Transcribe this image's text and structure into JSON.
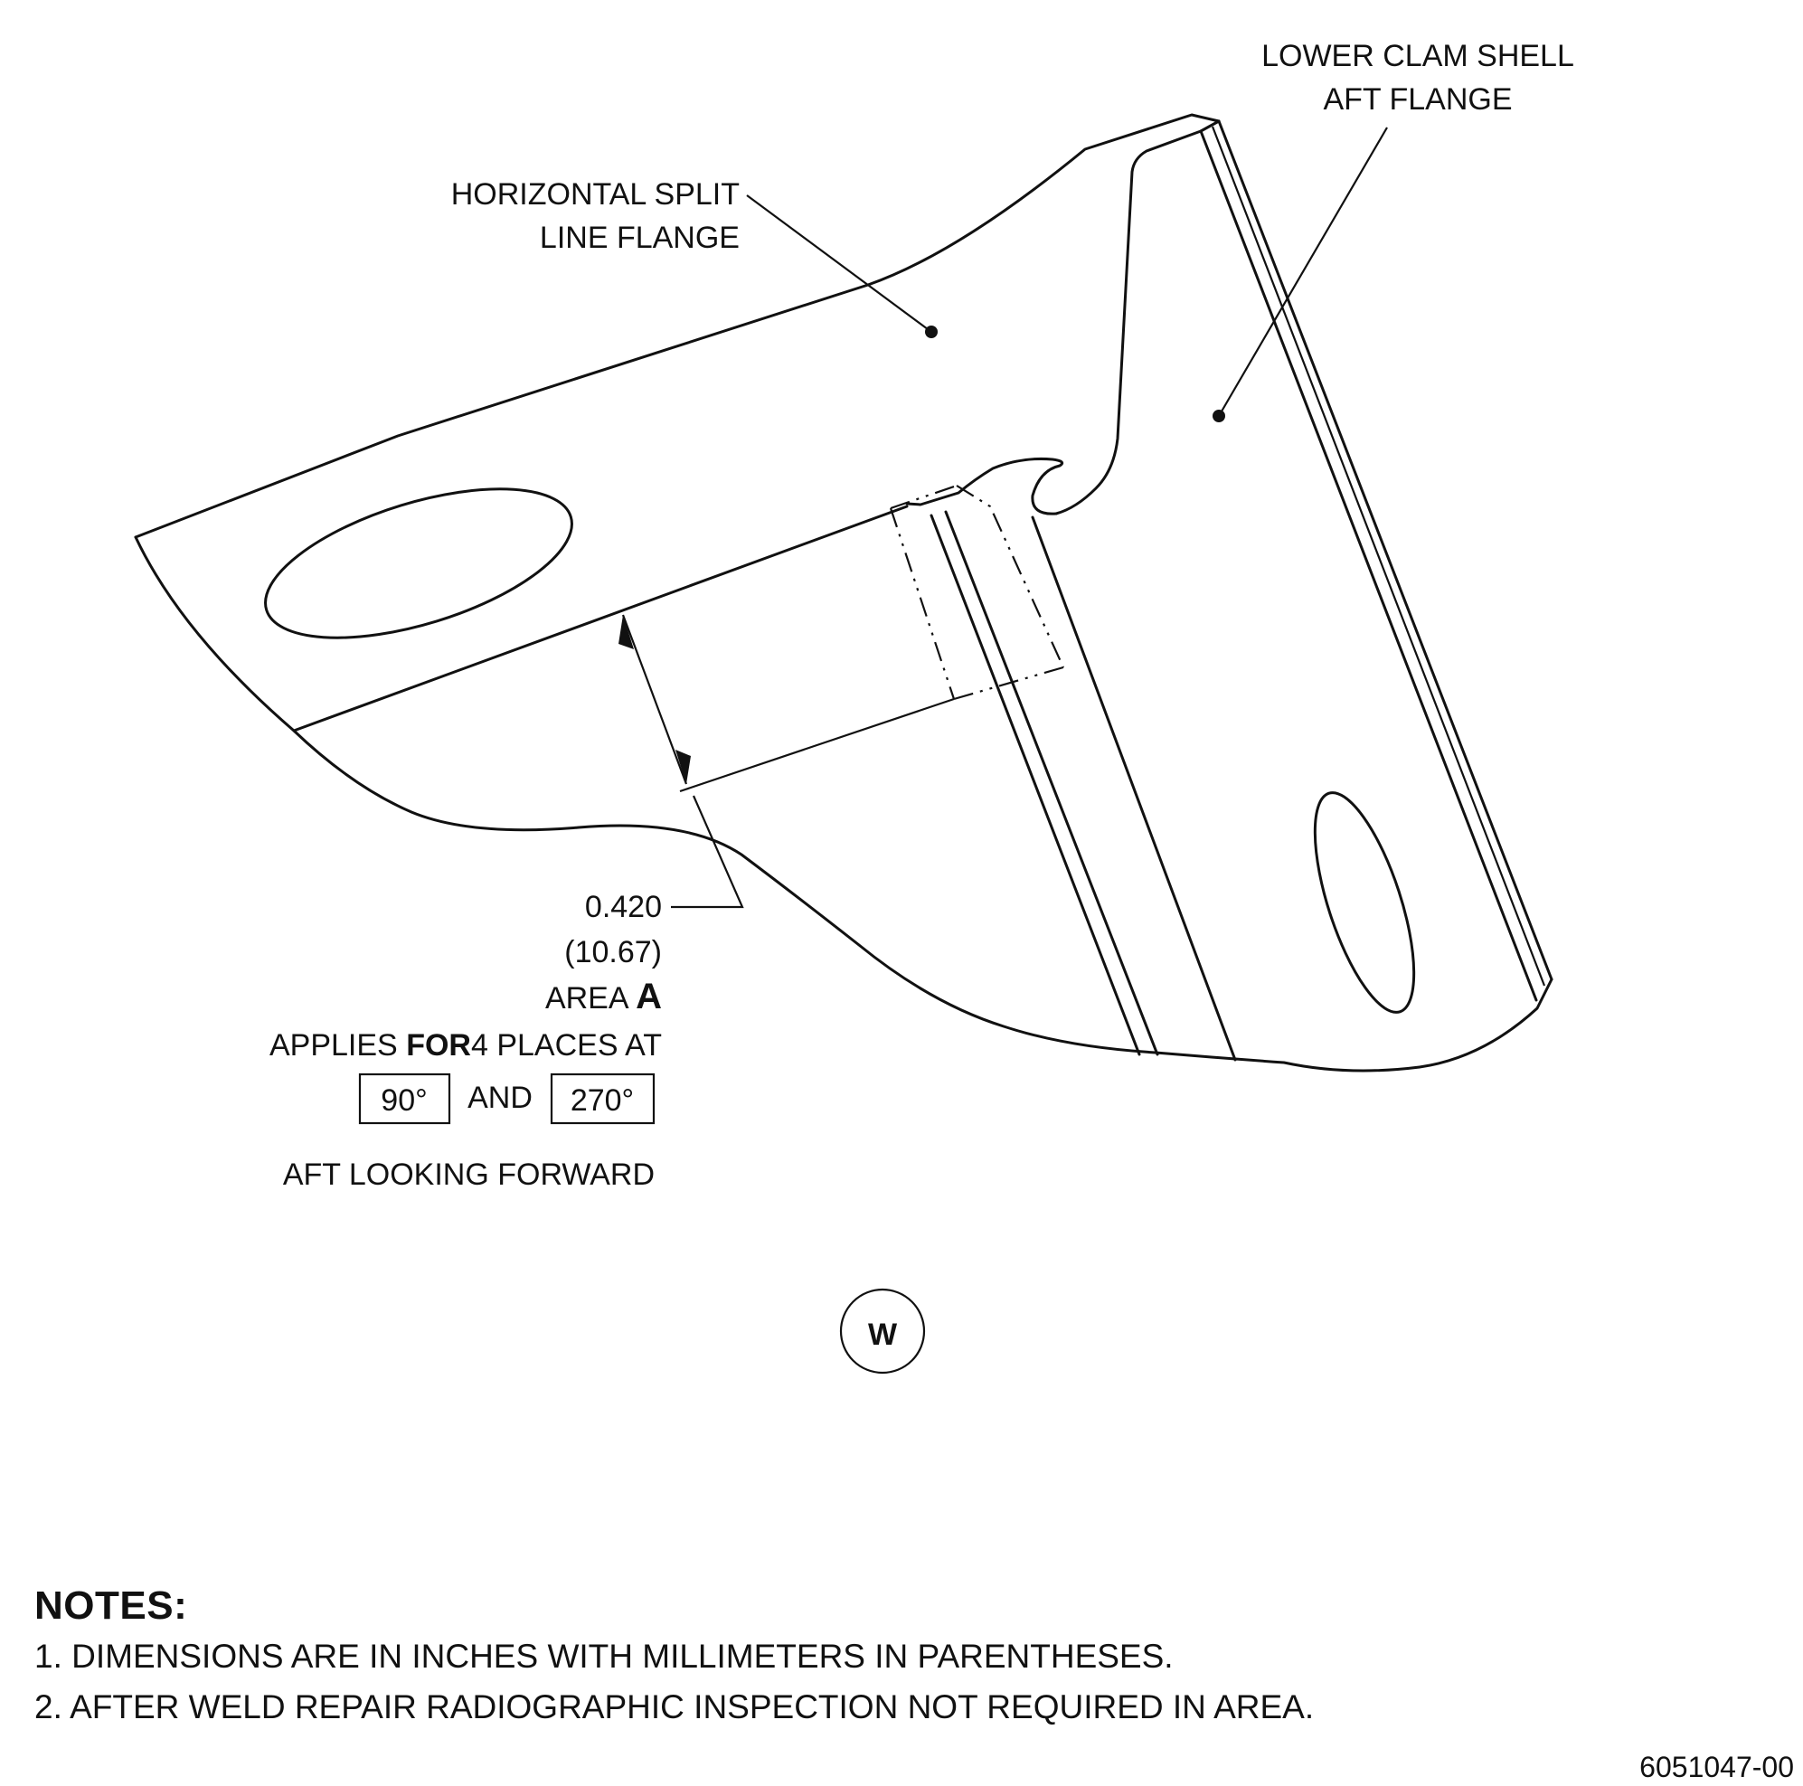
{
  "callouts": {
    "horizontal_split_line_flange": [
      "HORIZONTAL SPLIT",
      "LINE FLANGE"
    ],
    "lower_clam_shell_aft_flange": [
      "LOWER CLAM SHELL",
      "AFT FLANGE"
    ]
  },
  "dimension": {
    "inches": "0.420",
    "millimeters": "(10.67)",
    "area_prefix": "AREA ",
    "area_letter": "A",
    "applies_prefix": "APPLIES ",
    "applies_struck": "FOR",
    "applies_suffix": "4 PLACES AT",
    "angle_1": "90°",
    "and_text": "AND",
    "angle_2": "270°",
    "view_direction": "AFT LOOKING FORWARD"
  },
  "view_label": "W",
  "notes": {
    "title": "NOTES:",
    "items": [
      "1. DIMENSIONS ARE IN INCHES WITH MILLIMETERS IN PARENTHESES.",
      "2. AFTER WELD REPAIR RADIOGRAPHIC INSPECTION NOT REQUIRED IN AREA."
    ],
    "trailing_period": "."
  },
  "drawing_number": "6051047-00",
  "colors": {
    "line": "#111111",
    "background": "#ffffff"
  }
}
